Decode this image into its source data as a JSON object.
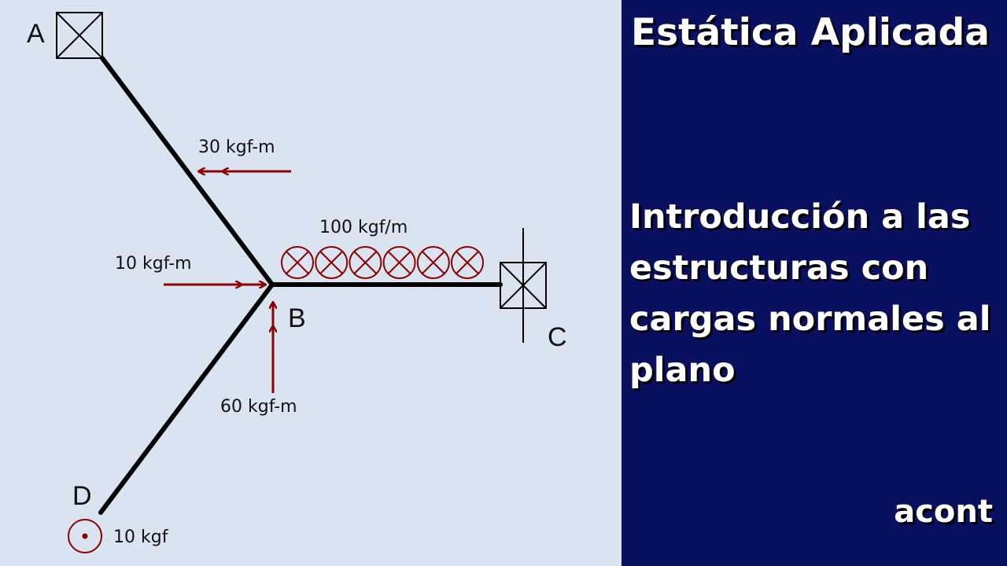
{
  "diagram": {
    "nodes": {
      "a": "A",
      "b": "B",
      "c": "C",
      "d": "D"
    },
    "loads": {
      "moment_ab": "30 kgf-m",
      "moment_b_horizontal": "10 kgf-m",
      "moment_b_vertical": "60 kgf-m",
      "distributed_bc": "100 kgf/m",
      "point_d": "10 kgf"
    },
    "colors": {
      "load": "#8b0000",
      "member": "#000000",
      "background": "#dae3f0"
    }
  },
  "panel": {
    "title": "Estática Aplicada",
    "subtitle": "Introducción a las estructuras con cargas normales al plano",
    "author": "acont",
    "background": "#0a1060"
  }
}
